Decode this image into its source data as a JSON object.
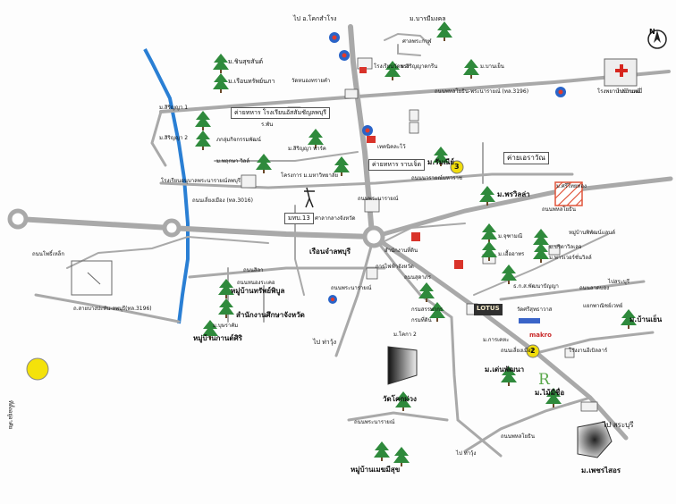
{
  "map": {
    "compass": "N",
    "legend": {
      "color": "#f4e20a",
      "text": "ที่ตั้งอยู่อาศัย"
    },
    "colors": {
      "road": "#a9a9a9",
      "canal": "#2a7fd4",
      "marker": "#f1dd0c",
      "tree": "#2f8a3c",
      "hatched_site": "#e0553b"
    },
    "labels": {
      "l1": "ไป อ.โคกสำโรง",
      "l2": "ม.บารมีมงคล",
      "l3": "ศาลพระกาฬ",
      "l4": "ม.ชินสุขสันต์",
      "l5": "ม.เรือนทรัพย์นภา",
      "l6": "โรงเรียนวัดพระ",
      "l7": "วัดหนองทรายคำ",
      "l8": "ม.สิริญญาดกรีน",
      "l9": "ม.บานเย็น",
      "l10": "โรงพยาบาลบ้านหมี่",
      "l11": "ถนนพหลโยธิน-พระนารายณ์ (ทล.3196)",
      "l12": "ม.สิริญญา 1",
      "l13": "ค่ายทหาร โรงเรียนอัสสัมชัญลพบุรี",
      "l14": "ร.พัน",
      "l15": "ม.สิริญญา 2",
      "l16": "ภกลุ่มกิจกรรมพัฒน์",
      "l17": "ม.สิริญญา พาร์ค",
      "l18": "เทคนิคละโว้",
      "l19": "ม.พฤกษา วิลล์",
      "l20": "โครงการ ม.มหาวิทยาลัย",
      "l21": "ค่ายทหาร ราบเจ็ด",
      "l22": "ม.รัมณีย์",
      "l23": "ค่ายเอราวัณ",
      "l24": "โรงเรียนอนุบาลพระนารายณ์ลพบุรี",
      "l25": "ถนนนารายณ์มหาราช",
      "l26": "ม.พรวิลล่า",
      "l27": "ม.ศรีไทยทอง",
      "l28": "ถนนเลี่ยงเมือง (ทล.3016)",
      "l29": "มทบ.13",
      "l30": "ศาลากลางจังหวัด",
      "l31": "หมู่บ้านพิพัฒน์แลนด์",
      "l32": "ม.จุฑามณี",
      "l33": "ม.ปริตาวิลเลจ",
      "l34": "ม.เอื้ออาทร",
      "l35": "ม.พาวเวอร์ชั่นวิลล์",
      "l36": "ถนนโพธิ์เหล็ก",
      "l37": "เรือนจำลพบุรี",
      "l38": "สำนักงานที่ดิน",
      "l39": "การไฟฟ้าจังหวัด",
      "l40": "ถนนสิลา",
      "l41": "ธ.ก.ส.พัฒนาปัญญา",
      "l42": "หมู่บ้านทรัพย์พิบูล",
      "l43": "ถนนหนองระเคอ",
      "l44": "กรมที่ดิน",
      "l45": "สำนักงานศึกษาจังหวัด",
      "l46": "ถนนพระนารายณ์",
      "l47": "กรมสรรพากร",
      "l48": "วัดศรีสุทธาวาส",
      "l49": "ม.บุษราคัม",
      "l50": "ม.บ้านเย็น",
      "l51": "ถ.สายบางปะหัน-ลพบุรี(ทล.3196)",
      "l52": "หมู่บ้านกานต์ศิริ",
      "l53": "ม.โคกา 2",
      "l54": "ม.การเคหะ",
      "l55": "ม.เด่นพัฒนา",
      "l56": "ม.ไม้มีชื่อ",
      "l57": "โรงงานอีเบิลลาร์",
      "l58": "ไป ท่าวุ้ง",
      "l59": "วัดโคกม่วง",
      "l60": "ไป สระบุรี",
      "l61": "ไปสระบุรี",
      "l62": "ไป ท่าวุ้ง",
      "l63": "หมู่บ้านเมฆมีสุข",
      "l64": "ม.เพชรไสอร",
      "l65": "ถนนพระนารายณ์",
      "l66": "ถนนพหลโยธิน",
      "l67": "ถนนสุดาภร",
      "l68": "ถนนพหลโยธิน",
      "l69": "ไปบ้านหมี่",
      "l70": "ถนนเลี่ยงเมือง",
      "l71": "ถนนลาดบอง",
      "l72": "ถนนพระนารายณ์",
      "l73": "แยกพาณิชย์เวทย์"
    },
    "markers": {
      "m1": "3",
      "m2": "2"
    },
    "brands": {
      "b1": "LOTUS",
      "b2": "makro"
    }
  }
}
